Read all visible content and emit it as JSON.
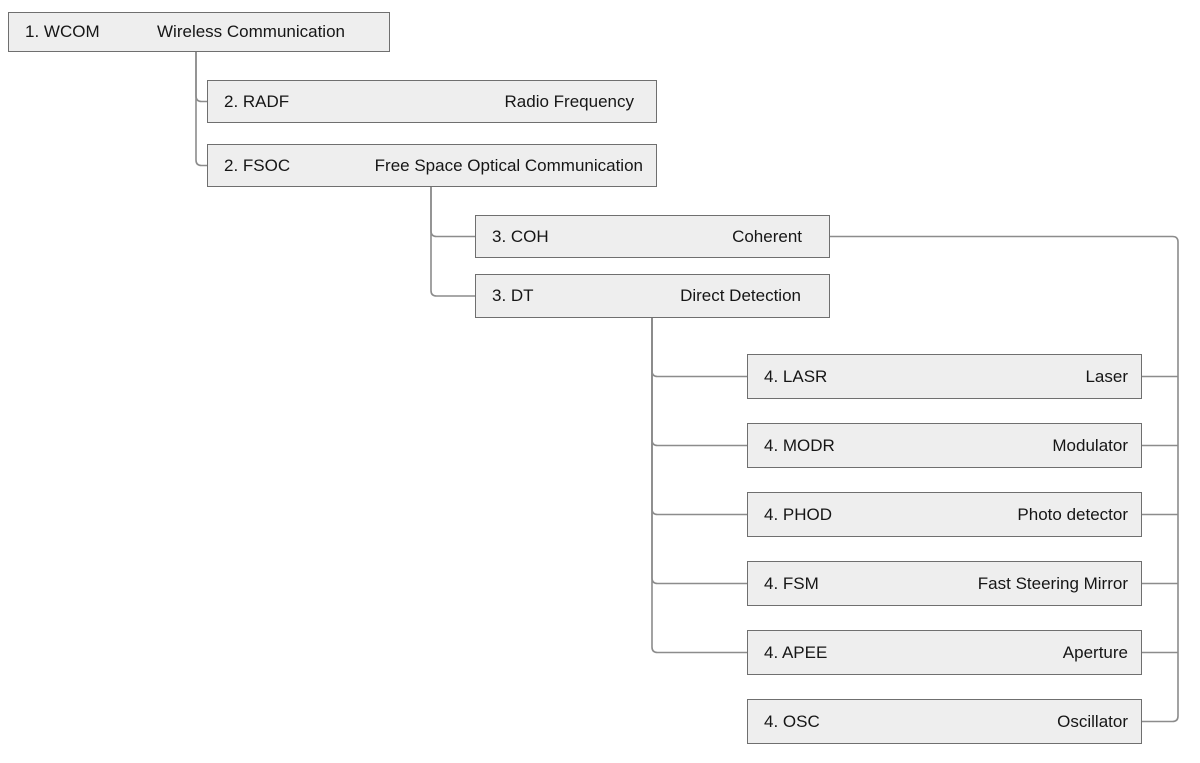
{
  "diagram": {
    "type": "hierarchy-tree",
    "background": "#ffffff",
    "box_fill": "#eeeeee",
    "box_border": "#6f6f6f",
    "connector_color": "#8c8c8c",
    "text_color": "#161616",
    "nodes": [
      {
        "code": "1. WCOM",
        "name": "Wireless Communication",
        "level": 1
      },
      {
        "code": "2. RADF",
        "name": "Radio Frequency",
        "level": 2
      },
      {
        "code": "2. FSOC",
        "name": "Free Space Optical Communication",
        "level": 2
      },
      {
        "code": "3. COH",
        "name": "Coherent",
        "level": 3
      },
      {
        "code": "3. DT",
        "name": "Direct Detection",
        "level": 3
      },
      {
        "code": "4. LASR",
        "name": "Laser",
        "level": 4
      },
      {
        "code": "4. MODR",
        "name": "Modulator",
        "level": 4
      },
      {
        "code": "4. PHOD",
        "name": "Photo detector",
        "level": 4
      },
      {
        "code": "4. FSM",
        "name": "Fast Steering Mirror",
        "level": 4
      },
      {
        "code": "4. APEE",
        "name": "Aperture",
        "level": 4
      },
      {
        "code": "4. OSC",
        "name": "Oscillator",
        "level": 4
      }
    ],
    "edges": [
      {
        "from": "WCOM",
        "to": "RADF",
        "side": "left"
      },
      {
        "from": "WCOM",
        "to": "FSOC",
        "side": "left"
      },
      {
        "from": "FSOC",
        "to": "COH",
        "side": "left"
      },
      {
        "from": "FSOC",
        "to": "DT",
        "side": "left"
      },
      {
        "from": "DT",
        "to": "LASR",
        "side": "left"
      },
      {
        "from": "DT",
        "to": "MODR",
        "side": "left"
      },
      {
        "from": "DT",
        "to": "PHOD",
        "side": "left"
      },
      {
        "from": "DT",
        "to": "FSM",
        "side": "left"
      },
      {
        "from": "DT",
        "to": "APEE",
        "side": "left"
      },
      {
        "from": "COH",
        "to": "LASR",
        "side": "right"
      },
      {
        "from": "COH",
        "to": "MODR",
        "side": "right"
      },
      {
        "from": "COH",
        "to": "PHOD",
        "side": "right"
      },
      {
        "from": "COH",
        "to": "FSM",
        "side": "right"
      },
      {
        "from": "COH",
        "to": "APEE",
        "side": "right"
      },
      {
        "from": "COH",
        "to": "OSC",
        "side": "right"
      }
    ]
  }
}
